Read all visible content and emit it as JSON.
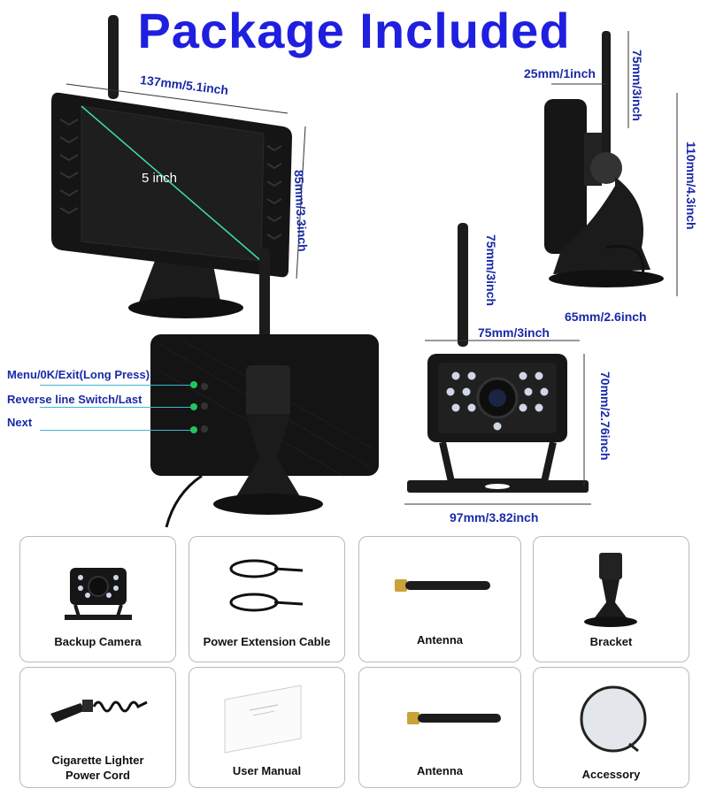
{
  "title": "Package Included",
  "dimensions": {
    "monitor_width": "137mm/5.1inch",
    "monitor_height": "85mm/3.3inch",
    "screen_diag": "5 inch",
    "side_depth": "25mm/1inch",
    "side_antenna": "75mm/3inch",
    "side_height": "110mm/4.3inch",
    "side_base": "65mm/2.6inch",
    "camera_antenna": "75mm/3inch",
    "camera_width": "75mm/3inch",
    "camera_height": "70mm/2.76inch",
    "camera_base": "97mm/3.82inch"
  },
  "buttons": [
    {
      "label": "Menu/0K/Exit(Long Press)"
    },
    {
      "label": "Reverse line Switch/Last"
    },
    {
      "label": "Next"
    }
  ],
  "items": [
    {
      "label": "Backup Camera",
      "icon": "camera-icon"
    },
    {
      "label": "Power Extension Cable",
      "icon": "cable-icon"
    },
    {
      "label": "Antenna",
      "icon": "antenna-icon"
    },
    {
      "label": "Bracket",
      "icon": "bracket-icon"
    },
    {
      "label": "Cigarette Lighter Power Cord",
      "label_line1": "Cigarette Lighter",
      "label_line2": "Power Cord",
      "icon": "power-cord-icon"
    },
    {
      "label": "User Manual",
      "icon": "manual-icon"
    },
    {
      "label": "Antenna",
      "icon": "antenna-icon"
    },
    {
      "label": "Accessory",
      "icon": "suction-disc-icon"
    }
  ],
  "colors": {
    "title": "#1f1fe0",
    "dimension_text": "#1a2aa8",
    "screen_line": "#3fe0a0",
    "button_led": "#22c55e"
  }
}
